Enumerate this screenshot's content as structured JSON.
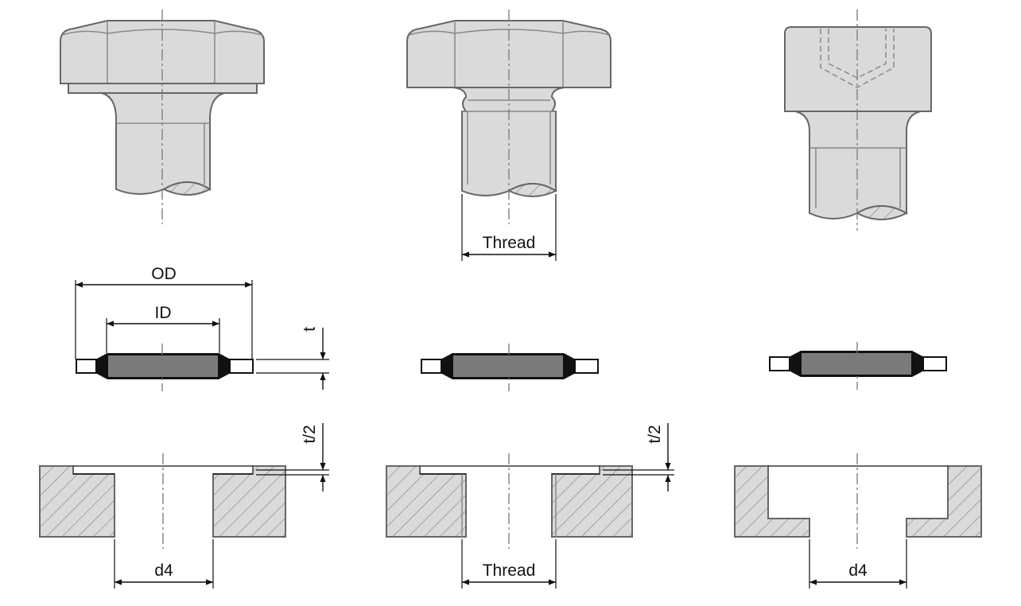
{
  "diagram": {
    "labels": {
      "od": "OD",
      "id": "ID",
      "thickness": "t",
      "half_thickness_left": "t/2",
      "half_thickness_right": "t/2",
      "thread_top": "Thread",
      "thread_bottom": "Thread",
      "d4_left": "d4",
      "d4_right": "d4"
    },
    "colors": {
      "part_fill": "#dadada",
      "outline": "#666666",
      "seal_rubber": "#7b7b7b",
      "seal_lip": "#111111",
      "dimension": "#111111"
    }
  }
}
